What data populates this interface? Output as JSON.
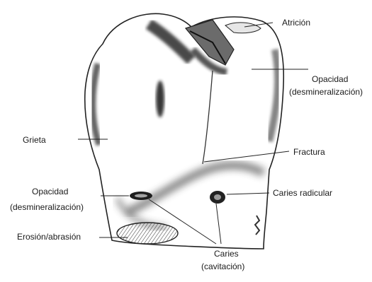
{
  "labels": {
    "attrition": "Atrición",
    "opacity_top_line1": "Opacidad",
    "opacity_top_line2": "(desmineralización)",
    "crack": "Grieta",
    "fracture": "Fractura",
    "opacity_bottom_line1": "Opacidad",
    "opacity_bottom_line2": "(desmineralización)",
    "root_caries": "Caries radicular",
    "erosion": "Erosión/abrasión",
    "caries_line1": "Caries",
    "caries_line2": "(cavitación)"
  },
  "colors": {
    "ink": "#1a1a1a",
    "background": "#ffffff",
    "shade": "#3a3a3a",
    "fracture_fill": "#6b6b6b"
  }
}
